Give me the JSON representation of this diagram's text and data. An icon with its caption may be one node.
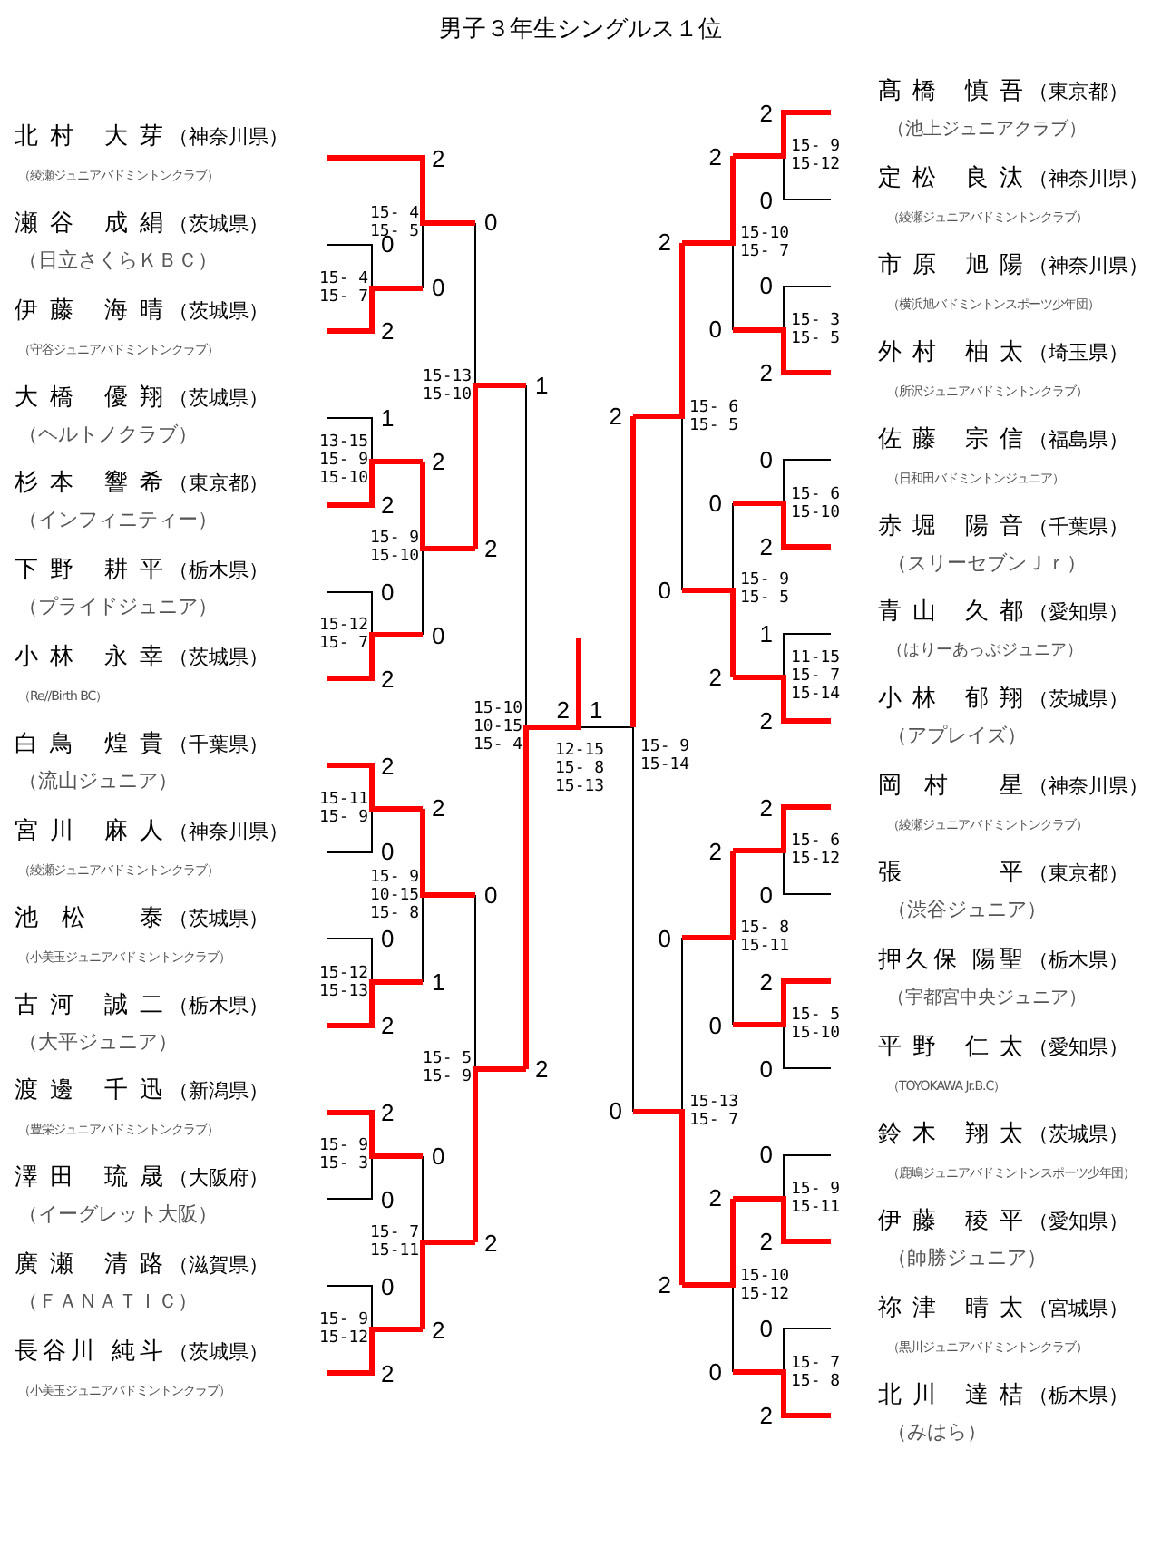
{
  "diagram": {
    "title": "男子３年生シングルス１位",
    "nodes": [
      {
        "text": [
          "北村 大芽",
          "（神奈川県）",
          "（綾瀬ジュニアバドミントンクラブ）"
        ]
      },
      {
        "text": [
          "瀬谷 成絹",
          "（茨城県）",
          "（日立さくらＫＢＣ）"
        ]
      },
      {
        "text": [
          "伊藤 海晴",
          "（茨城県）",
          "（守谷ジュニアバドミントンクラブ）"
        ]
      },
      {
        "text": [
          "大橋 優翔",
          "（茨城県）",
          "（ヘルトノクラブ）"
        ]
      },
      {
        "text": [
          "杉本 響希",
          "（東京都）",
          "（インフィニティー）"
        ]
      },
      {
        "text": [
          "下野 耕平",
          "（栃木県）",
          "（プライドジュニア）"
        ]
      },
      {
        "text": [
          "小林 永幸",
          "（茨城県）",
          "（Re//Birth BC）"
        ]
      },
      {
        "text": [
          "白鳥 煌貴",
          "（千葉県）",
          "（流山ジュニア）"
        ]
      },
      {
        "text": [
          "宮川 麻人",
          "（神奈川県）",
          "（綾瀬ジュニアバドミントンクラブ）"
        ]
      },
      {
        "text": [
          "池松 泰",
          "（茨城県）",
          "（小美玉ジュニアバドミントンクラブ）"
        ]
      },
      {
        "text": [
          "古河 誠二",
          "（栃木県）",
          "（大平ジュニア）"
        ]
      },
      {
        "text": [
          "渡邊 千迅",
          "（新潟県）",
          "（豊栄ジュニアバドミントンクラブ）"
        ]
      },
      {
        "text": [
          "澤田 琉晟",
          "（大阪府）",
          "（イーグレット大阪）"
        ]
      },
      {
        "text": [
          "廣瀬 清路",
          "（滋賀県）",
          "（ＦＡＮＡＴＩＣ）"
        ]
      },
      {
        "text": [
          "長谷川 純斗",
          "（茨城県）",
          "（小美玉ジュニアバドミントンクラブ）"
        ]
      },
      {
        "text": [
          "髙橋 慎吾",
          "（東京都）",
          "（池上ジュニアクラブ）"
        ]
      },
      {
        "text": [
          "定松 良汰",
          "（神奈川県）",
          "（綾瀬ジュニアバドミントンクラブ）"
        ]
      },
      {
        "text": [
          "市原 旭陽",
          "（神奈川県）",
          "（横浜旭バドミントンスポーツ少年団）"
        ]
      },
      {
        "text": [
          "外村 柚太",
          "（埼玉県）",
          "（所沢ジュニアバドミントンクラブ）"
        ]
      },
      {
        "text": [
          "佐藤 宗信",
          "（福島県）",
          "（日和田バドミントンジュニア）"
        ]
      },
      {
        "text": [
          "赤堀 陽音",
          "（千葉県）",
          "（スリーセブンＪｒ）"
        ]
      },
      {
        "text": [
          "青山 久都",
          "（愛知県）",
          "（はりーあっぷジュニア）"
        ]
      },
      {
        "text": [
          "小林 郁翔",
          "（茨城県）",
          "（アプレイズ）"
        ]
      },
      {
        "text": [
          "岡村 星",
          "（神奈川県）",
          "（綾瀬ジュニアバドミントンクラブ）"
        ]
      },
      {
        "text": [
          "張 平",
          "（東京都）",
          "（渋谷ジュニア）"
        ]
      },
      {
        "text": [
          "押久保 陽聖",
          "（栃木県）",
          "（宇都宮中央ジュニア）"
        ]
      },
      {
        "text": [
          "平野 仁太",
          "（愛知県）",
          "（TOYOKAWA Jr.B.C）"
        ]
      },
      {
        "text": [
          "鈴木 翔太",
          "（茨城県）",
          "（鹿嶋ジュニアバドミントンスポーツ少年団）"
        ]
      },
      {
        "text": [
          "伊藤 稜平",
          "（愛知県）",
          "（師勝ジュニア）"
        ]
      },
      {
        "text": [
          "祢津 晴太",
          "（宮城県）",
          "（黒川ジュニアバドミントンクラブ）"
        ]
      },
      {
        "text": [
          "北川 達桔",
          "（栃木県）",
          "（みはら）"
        ]
      }
    ],
    "labels": [
      "0",
      "15- 4",
      "15- 7",
      "2",
      "2",
      "15- 4",
      "15- 5",
      "0",
      "1",
      "13-15",
      "15- 9",
      "15-10",
      "2",
      "0",
      "15-12",
      "15- 7",
      "2",
      "2",
      "15- 9",
      "15-10",
      "0",
      "0",
      "15-13",
      "15-10",
      "2",
      "2",
      "15-11",
      "15- 9",
      "0",
      "0",
      "15-12",
      "15-13",
      "2",
      "2",
      "15- 9",
      "10-15",
      "15- 8",
      "1",
      "2",
      "15- 9",
      "15- 3",
      "0",
      "0",
      "15- 9",
      "15-12",
      "2",
      "0",
      "15- 7",
      "15-11",
      "2",
      "0",
      "15- 5",
      "15- 9",
      "2",
      "1",
      "15-10",
      "10-15",
      "15- 4",
      "2",
      "2",
      "1",
      "12-15",
      "15- 8",
      "15-13",
      "2",
      "15- 9",
      "15-12",
      "0",
      "0",
      "15- 3",
      "15- 5",
      "2",
      "2",
      "15-10",
      "15- 7",
      "0",
      "0",
      "15- 6",
      "15-10",
      "2",
      "1",
      "11-15",
      "15- 7",
      "15-14",
      "2",
      "0",
      "15- 9",
      "15- 5",
      "2",
      "2",
      "15- 6",
      "15- 5",
      "0",
      "2",
      "15- 6",
      "15-12",
      "0",
      "2",
      "15- 5",
      "15-10",
      "0",
      "2",
      "15- 8",
      "15-11",
      "0",
      "0",
      "15- 9",
      "15-11",
      "2",
      "0",
      "15- 7",
      "15- 8",
      "2",
      "2",
      "15-10",
      "15-12",
      "0",
      "0",
      "15-13",
      "15- 7",
      "2",
      "2",
      "15- 9",
      "15-14",
      "0"
    ]
  }
}
